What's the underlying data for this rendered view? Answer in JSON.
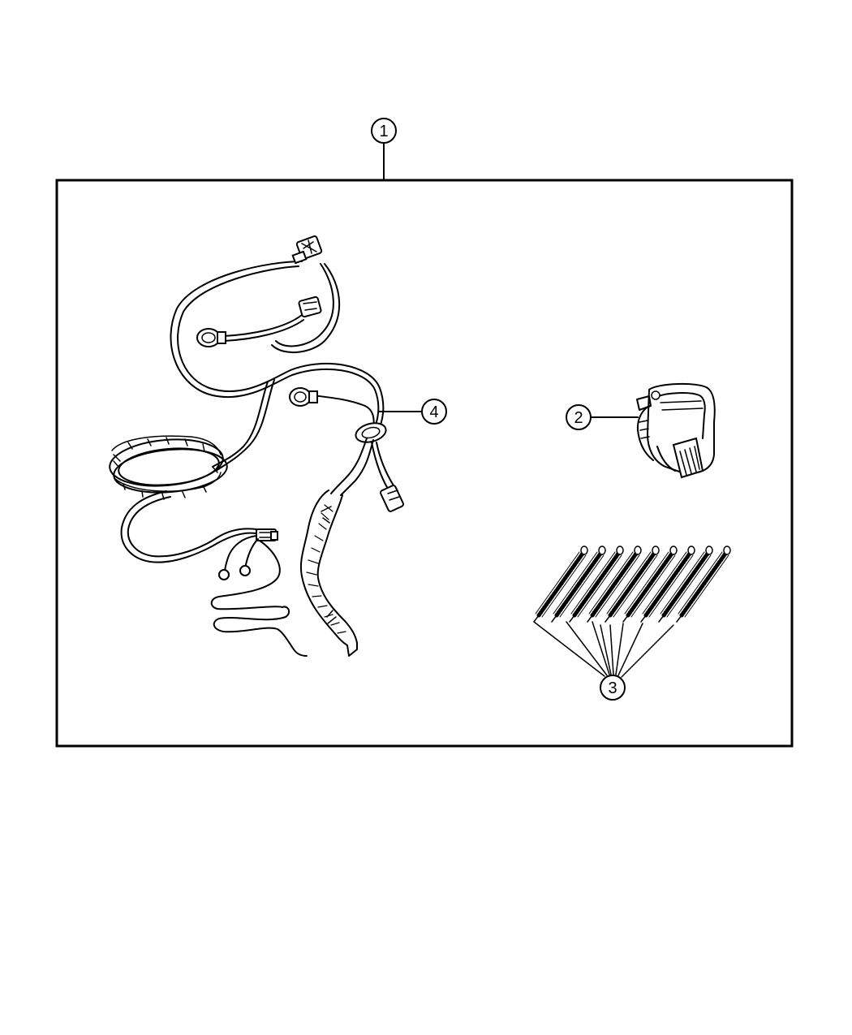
{
  "callouts": {
    "c1": "1",
    "c2": "2",
    "c3": "3",
    "c4": "4"
  },
  "colors": {
    "ink": "#000000",
    "background": "#ffffff"
  },
  "parts": [
    {
      "callout": "1",
      "icon": "kit-frame"
    },
    {
      "callout": "2",
      "icon": "trailer-connector-icon"
    },
    {
      "callout": "3",
      "icon": "cable-tie-icon"
    },
    {
      "callout": "4",
      "icon": "wiring-harness-icon"
    }
  ]
}
